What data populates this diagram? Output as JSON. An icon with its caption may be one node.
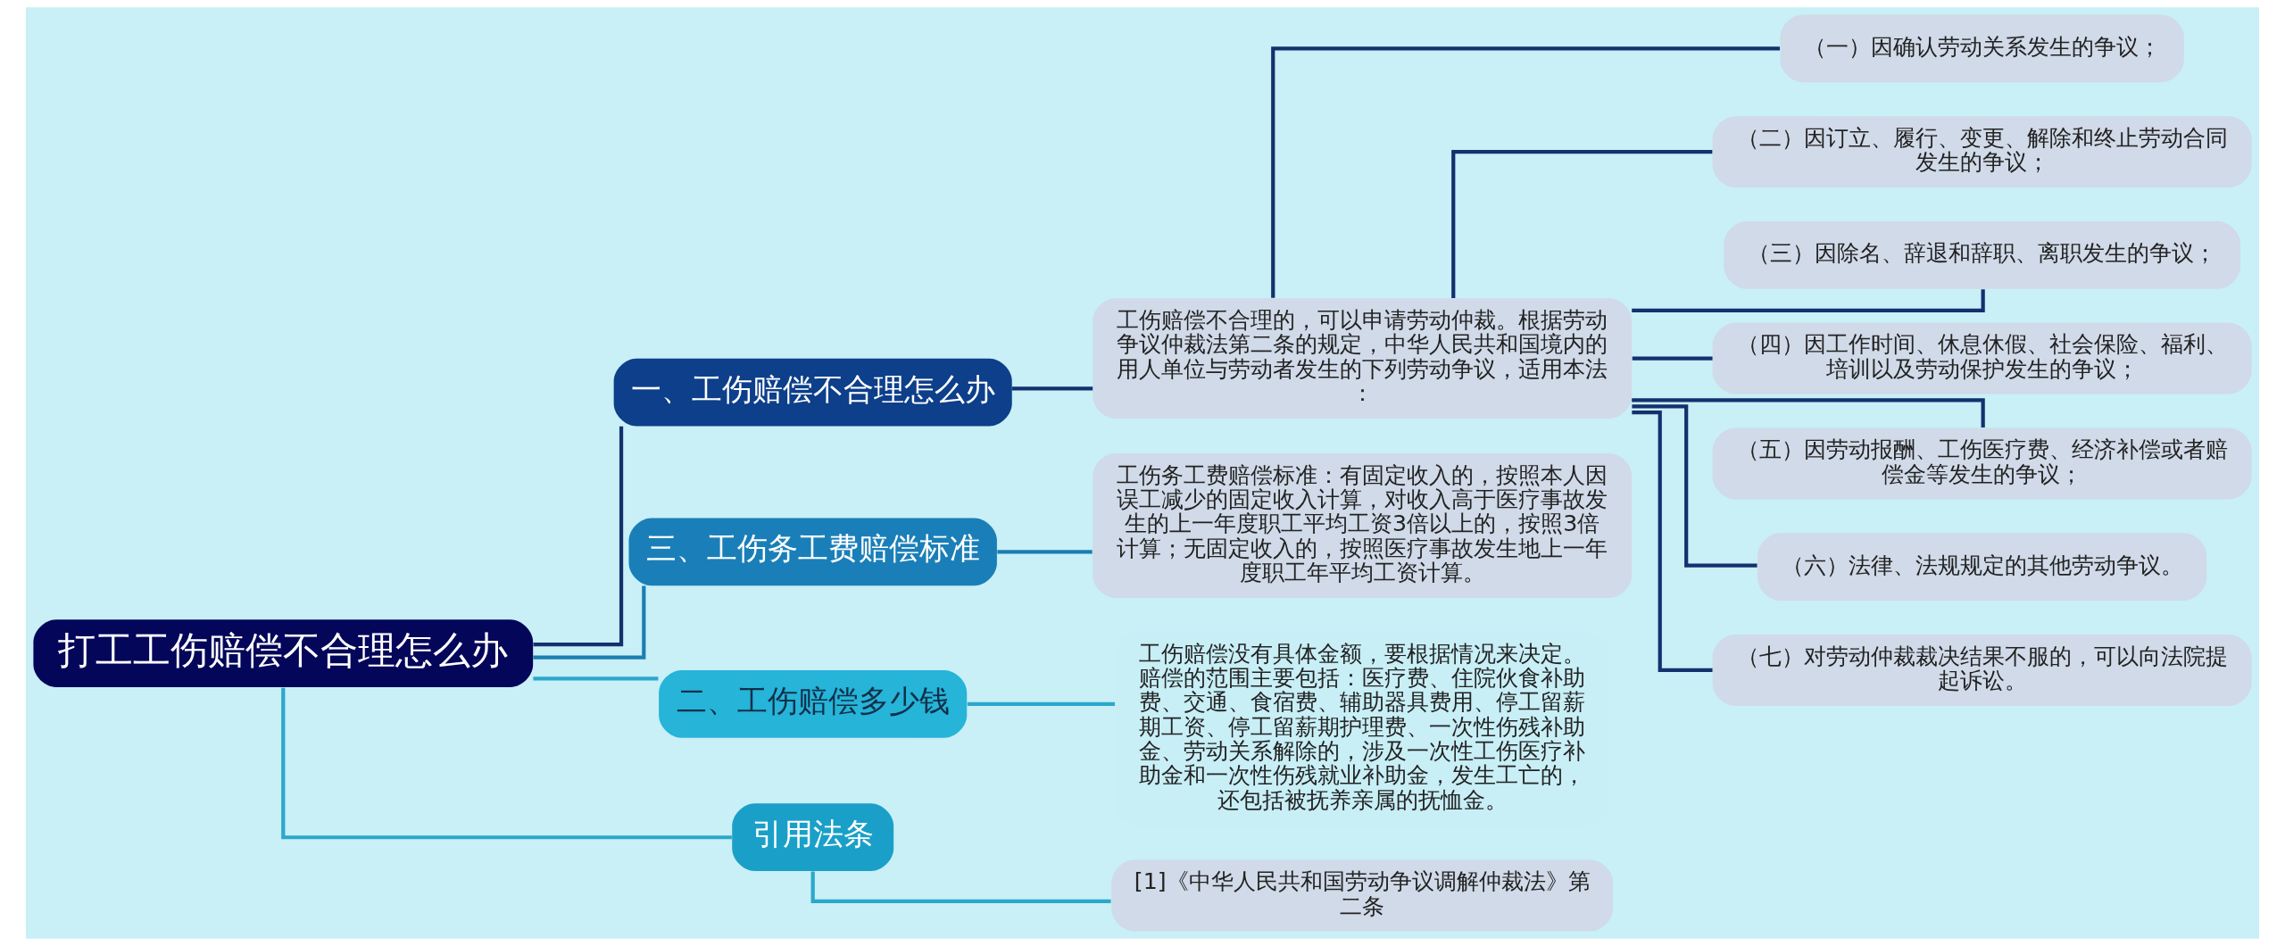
{
  "diagram": {
    "nodes": [
      {
        "text": [
          "打工工伤赔偿不合理怎么办"
        ]
      },
      {
        "text": [
          "一、工伤赔偿不合理怎么办"
        ]
      },
      {
        "text": [
          "工伤赔偿不合理的，可以申请劳动仲裁。根据劳动争议仲裁法第二条的规定，中华人民共和国境内的用人单位与劳动者发生的下列劳动争议，适用本法："
        ]
      },
      {
        "text": [
          "（一）因确认劳动关系发生的争议；"
        ]
      },
      {
        "text": [
          "（二）因订立、履行、变更、解除和终止劳动合同发生的争议；"
        ]
      },
      {
        "text": [
          "（三）因除名、辞退和辞职、离职发生的争议；"
        ]
      },
      {
        "text": [
          "（四）因工作时间、休息休假、社会保险、福利、培训以及劳动保护发生的争议；"
        ]
      },
      {
        "text": [
          "（五）因劳动报酬、工伤医疗费、经济补偿或者赔偿金等发生的争议；"
        ]
      },
      {
        "text": [
          "（六）法律、法规规定的其他劳动争议。"
        ]
      },
      {
        "text": [
          "（七）对劳动仲裁裁决结果不服的，可以向法院提起诉讼。"
        ]
      },
      {
        "text": [
          "三、工伤务工费赔偿标准"
        ]
      },
      {
        "text": [
          "工伤务工费赔偿标准：有固定收入的，按照本人因误工减少的固定收入计算，对收入高于医疗事故发生的上一年度职工平均工资3倍以上的，按照3倍计算；无固定收入的，按照医疗事故发生地上一年度职工年平均工资计算。"
        ]
      },
      {
        "text": [
          "二、工伤赔偿多少钱"
        ]
      },
      {
        "text": [
          "工伤赔偿没有具体金额，要根据情况来决定。赔偿的范围主要包括：医疗费、住院伙食补助费、交通、食宿费、辅助器具费用、停工留薪期工资、停工留薪期护理费、一次性伤残补助金、劳动关系解除的，涉及一次性工伤医疗补助金和一次性伤残就业补助金，发生工亡的，还包括被抚养亲属的抚恤金。"
        ]
      },
      {
        "text": [
          "引用法条"
        ]
      },
      {
        "text": [
          "[1]《中华人民共和国劳动争议调解仲裁法》第二条"
        ]
      }
    ],
    "edges": [
      {
        "from": 0,
        "to": 1,
        "arrow": "none"
      },
      {
        "from": 1,
        "to": 2,
        "arrow": "none"
      },
      {
        "from": 2,
        "to": 3,
        "arrow": "none"
      },
      {
        "from": 2,
        "to": 4,
        "arrow": "none"
      },
      {
        "from": 2,
        "to": 5,
        "arrow": "none"
      },
      {
        "from": 2,
        "to": 6,
        "arrow": "none"
      },
      {
        "from": 2,
        "to": 7,
        "arrow": "none"
      },
      {
        "from": 2,
        "to": 8,
        "arrow": "none"
      },
      {
        "from": 2,
        "to": 9,
        "arrow": "none"
      },
      {
        "from": 0,
        "to": 10,
        "arrow": "none",
        "color": "#1a7fb0"
      },
      {
        "from": 10,
        "to": 11,
        "arrow": "none",
        "color": "#1a7fb0"
      },
      {
        "from": 0,
        "to": 12,
        "arrow": "none",
        "color": "#2aa8cc"
      },
      {
        "from": 12,
        "to": 13,
        "arrow": "none",
        "color": "#2aa8cc"
      },
      {
        "from": 0,
        "to": 14,
        "arrow": "none",
        "color": "#2aa8cc"
      },
      {
        "from": 14,
        "to": 15,
        "arrow": "none",
        "color": "#2aa8cc"
      }
    ]
  }
}
